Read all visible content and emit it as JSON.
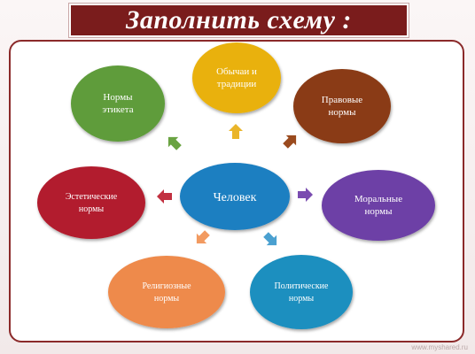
{
  "title": "Заполнить схему :",
  "center": {
    "label": "Человек",
    "color": "#1f7fc1"
  },
  "nodes": [
    {
      "id": "etiquette",
      "lines": [
        "Нормы",
        "этикета"
      ],
      "color": "#5e9c3b"
    },
    {
      "id": "customs",
      "lines": [
        "Обычаи и",
        "традиции"
      ],
      "color": "#e9b10c"
    },
    {
      "id": "legal",
      "lines": [
        "Правовые",
        "нормы"
      ],
      "color": "#8a3b12"
    },
    {
      "id": "moral",
      "lines": [
        "Моральные",
        "нормы"
      ],
      "color": "#6d3fa6"
    },
    {
      "id": "political",
      "lines": [
        "Политические",
        "нормы"
      ],
      "color": "#1f8fbf"
    },
    {
      "id": "religious",
      "lines": [
        "Религиозные",
        "нормы"
      ],
      "color": "#ee8a4c"
    },
    {
      "id": "aesthetic",
      "lines": [
        "Эстетические",
        "нормы"
      ],
      "color": "#b21f2e"
    }
  ],
  "arrow_colors": {
    "etiquette": "#6aa342",
    "customs": "#eab52a",
    "legal": "#9a4a1e",
    "moral": "#7a4cb0",
    "political": "#4aa0d0",
    "religious": "#f29a60",
    "aesthetic": "#c23040"
  },
  "watermark": "www.myshared.ru"
}
